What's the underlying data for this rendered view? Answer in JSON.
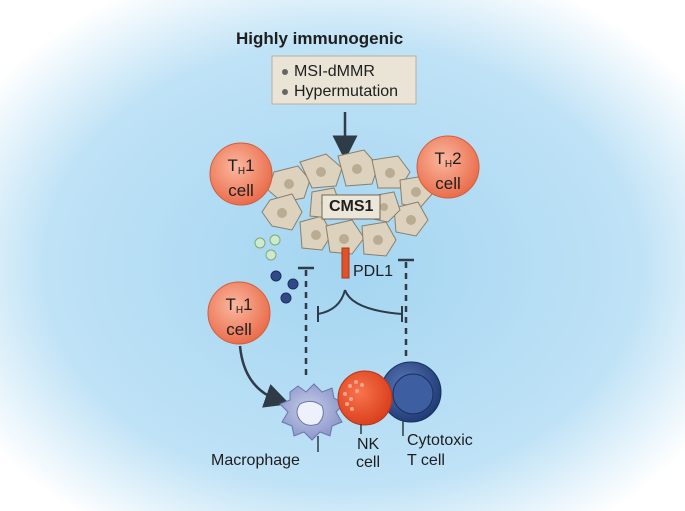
{
  "title": "Highly immunogenic",
  "features": [
    "MSI-dMMR",
    "Hypermutation"
  ],
  "tumor_label": "CMS1",
  "checkpoint_label": "PDL1",
  "cells": {
    "th1_top": {
      "main": "T",
      "sub": "H",
      "num": "1",
      "line2": "cell"
    },
    "th2_top": {
      "main": "T",
      "sub": "H",
      "num": "2",
      "line2": "cell"
    },
    "th1_left": {
      "main": "T",
      "sub": "H",
      "num": "1",
      "line2": "cell"
    }
  },
  "effectors": {
    "macrophage": "Macrophage",
    "nk_line1": "NK",
    "nk_line2": "cell",
    "ctl_line1": "Cytotoxic",
    "ctl_line2": "T cell"
  },
  "colors": {
    "background": "#b9dff5",
    "th_cell": "#ee7c5c",
    "tumor_cell": "#ddd2bd",
    "pdl1": "#e0532a",
    "nk_cell": "#ea4b24",
    "ctl_cell": "#2e4c8a",
    "macrophage": "#9aa6d3"
  }
}
